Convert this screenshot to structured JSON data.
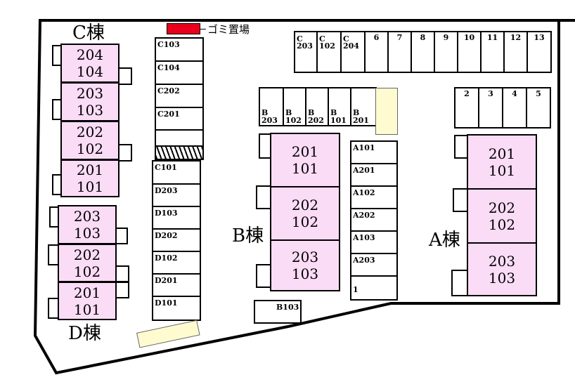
{
  "legend": {
    "garbage_label": "ゴミ置場",
    "garbage_color": "#e8001c",
    "cream_color": "#fffbd0",
    "unit_color": "#fbdcf6"
  },
  "buildings": {
    "C": {
      "label": "C棟",
      "units": [
        [
          "204",
          "104"
        ],
        [
          "203",
          "103"
        ],
        [
          "202",
          "102"
        ],
        [
          "201",
          "101"
        ]
      ]
    },
    "D": {
      "label": "D棟",
      "units": [
        [
          "203",
          "103"
        ],
        [
          "202",
          "102"
        ],
        [
          "201",
          "101"
        ]
      ]
    },
    "B": {
      "label": "B棟",
      "units": [
        [
          "201",
          "101"
        ],
        [
          "202",
          "102"
        ],
        [
          "203",
          "103"
        ]
      ]
    },
    "A": {
      "label": "A棟",
      "units": [
        [
          "201",
          "101"
        ],
        [
          "202",
          "102"
        ],
        [
          "203",
          "103"
        ]
      ]
    }
  },
  "parking": {
    "left_column_top": [
      "C103",
      "C104",
      "C202",
      "C201",
      ""
    ],
    "left_column_bottom": [
      "C101",
      "D203",
      "D103",
      "D202",
      "D102",
      "D201",
      "D101"
    ],
    "top_row_c": [
      [
        "C",
        "203"
      ],
      [
        "C",
        "102"
      ],
      [
        "C",
        "204"
      ]
    ],
    "top_row_numbers": [
      "6",
      "7",
      "8",
      "9",
      "10",
      "11",
      "12",
      "13"
    ],
    "b_row": [
      [
        "B",
        "203"
      ],
      [
        "B",
        "102"
      ],
      [
        "B",
        "202"
      ],
      [
        "B",
        "101"
      ],
      [
        "B",
        "201"
      ]
    ],
    "a_column": [
      "A101",
      "A201",
      "A102",
      "A202",
      "A103",
      "A203",
      "1"
    ],
    "right_row": [
      "2",
      "3",
      "4",
      "5"
    ],
    "b103": "B103"
  }
}
